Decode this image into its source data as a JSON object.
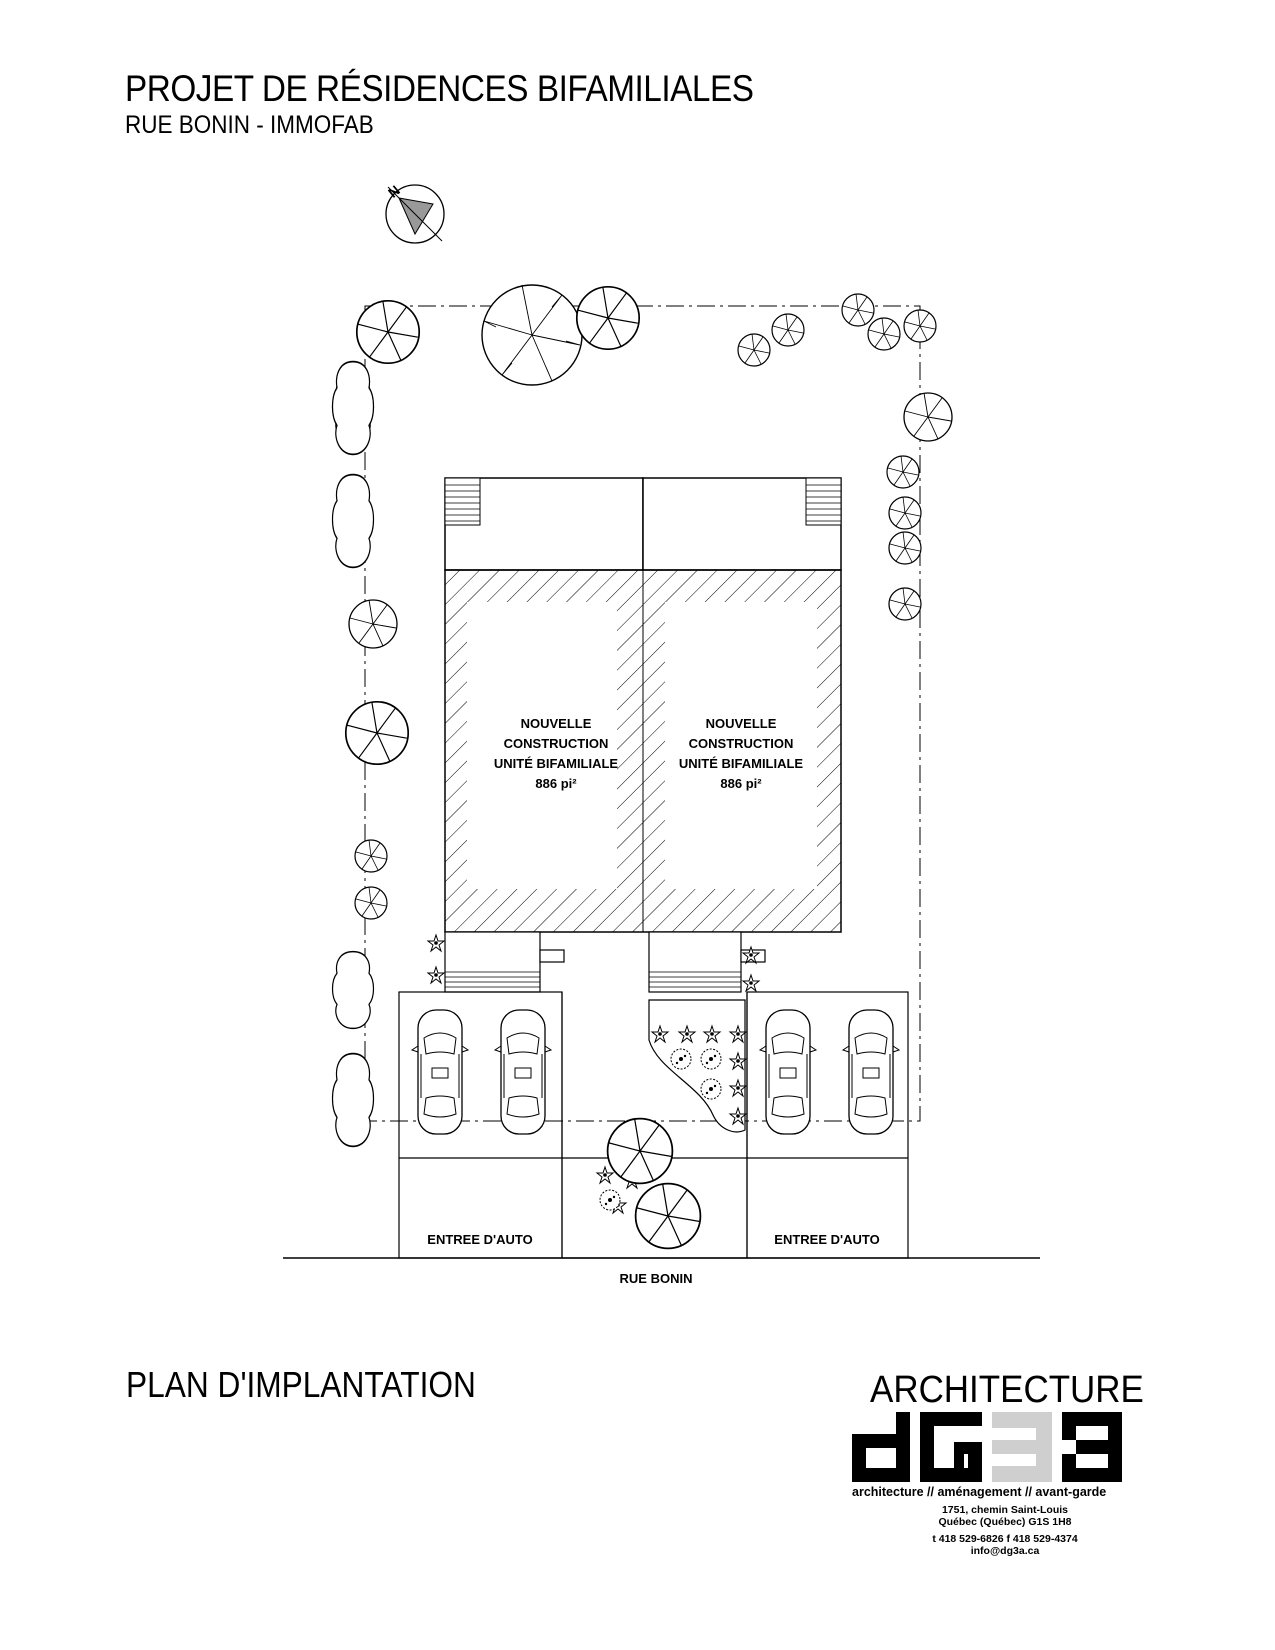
{
  "header": {
    "title": "PROJET DE RÉSIDENCES BIFAMILIALES",
    "subtitle": "RUE BONIN - IMMOFAB"
  },
  "compass": {
    "label": "N"
  },
  "units": [
    {
      "line1": "NOUVELLE",
      "line2": "CONSTRUCTION",
      "line3": "UNITÉ BIFAMILIALE",
      "area": "886 pi²"
    },
    {
      "line1": "NOUVELLE",
      "line2": "CONSTRUCTION",
      "line3": "UNITÉ BIFAMILIALE",
      "area": "886 pi²"
    }
  ],
  "driveways": {
    "left": "ENTREE D'AUTO",
    "right": "ENTREE D'AUTO"
  },
  "street": "RUE BONIN",
  "footer": {
    "plan_title": "PLAN D'IMPLANTATION",
    "firm_word": "ARCHITECTURE",
    "logo_text": "dG3a",
    "tagline": "architecture // aménagement // avant-garde",
    "address_line1": "1751, chemin Saint-Louis",
    "address_line2": "Québec (Québec)  G1S 1H8",
    "phone": "t 418 529-6826   f 418 529-4374",
    "email": "info@dg3a.ca"
  },
  "colors": {
    "line": "#000000",
    "compass_fill": "#999999",
    "logo_gray": "#cfcfcf"
  }
}
